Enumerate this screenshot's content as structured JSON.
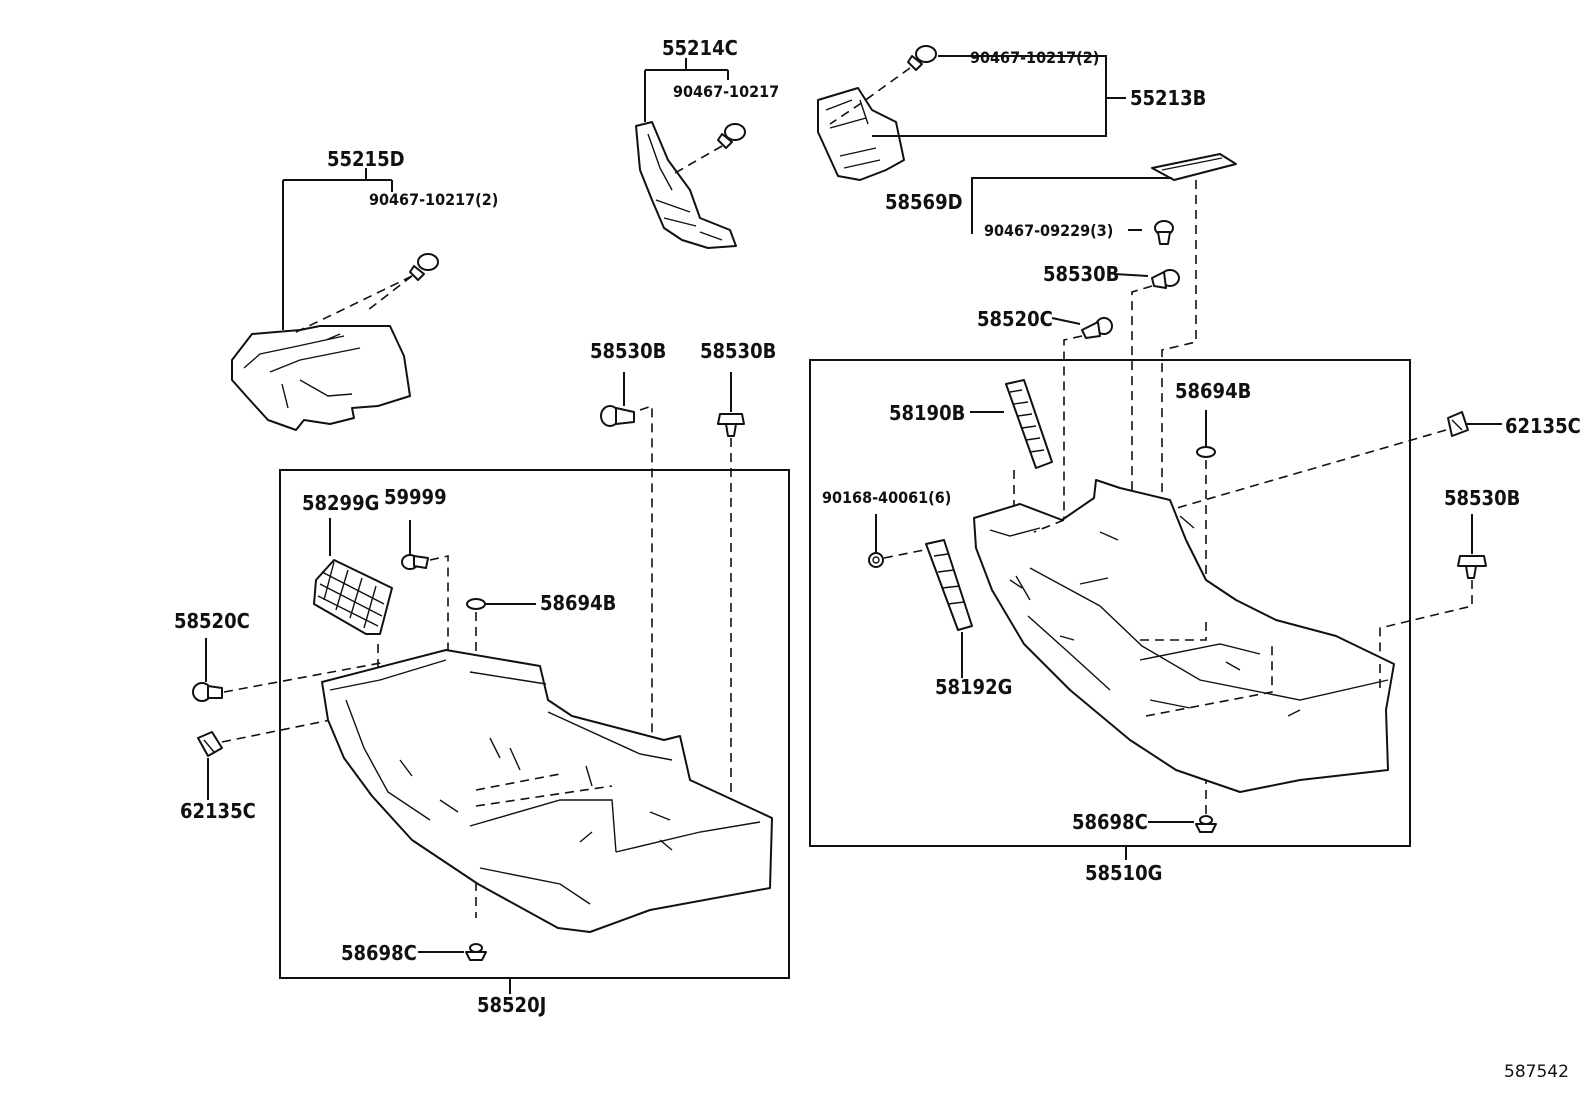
{
  "parts": {
    "p55214C": "55214C",
    "p90467_10217": "90467-10217",
    "p90467_10217_2a": "90467-10217(2)",
    "p55213B": "55213B",
    "p55215D": "55215D",
    "p90467_10217_2b": "90467-10217(2)",
    "p58569D": "58569D",
    "p90467_09229_3": "90467-09229(3)",
    "p58530B_a": "58530B",
    "p58520C_a": "58520C",
    "p58530B_b": "58530B",
    "p58530B_c": "58530B",
    "p58694B_a": "58694B",
    "p58190B": "58190B",
    "p62135C_a": "62135C",
    "p58299G": "58299G",
    "p59999": "59999",
    "p90168_40061_6": "90168-40061(6)",
    "p58530B_d": "58530B",
    "p58694B_b": "58694B",
    "p58520C_b": "58520C",
    "p58192G": "58192G",
    "p62135C_b": "62135C",
    "p58698C_a": "58698C",
    "p58698C_b": "58698C",
    "p58510G": "58510G",
    "p58520J": "58520J"
  },
  "reference": "587542"
}
